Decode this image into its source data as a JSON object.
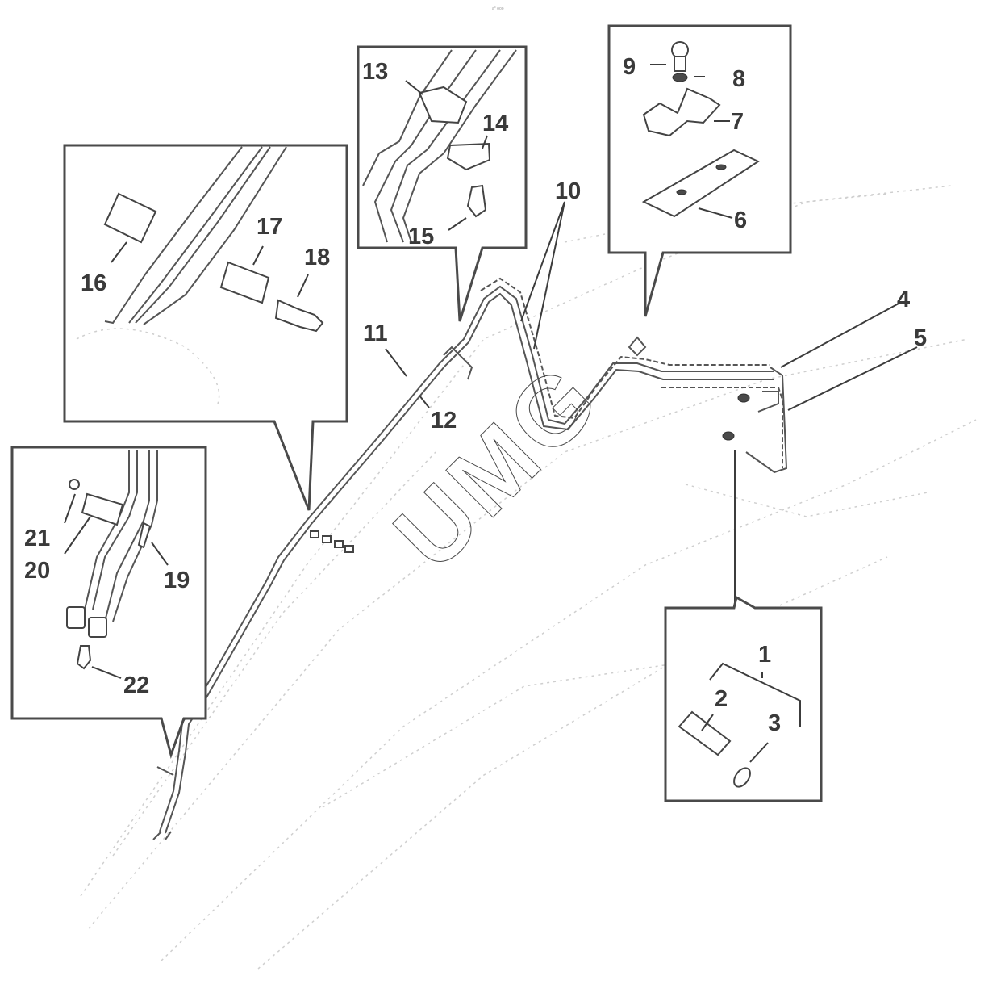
{
  "header": {
    "text": "a° ooo"
  },
  "watermark": "UMG",
  "diagram_type": "exploded parts diagram - hydraulic lines",
  "part_labels": {
    "p1": "1",
    "p2": "2",
    "p3": "3",
    "p4": "4",
    "p5": "5",
    "p6": "6",
    "p7": "7",
    "p8": "8",
    "p9": "9",
    "p10": "10",
    "p11": "11",
    "p12": "12",
    "p13": "13",
    "p14": "14",
    "p15": "15",
    "p16": "16",
    "p17": "17",
    "p18": "18",
    "p19": "19",
    "p20": "20",
    "p21": "21",
    "p22": "22"
  },
  "callouts": [
    {
      "name": "detail-clamp-13-15",
      "parts": [
        "13",
        "14",
        "15"
      ]
    },
    {
      "name": "detail-clamp-6-9",
      "parts": [
        "6",
        "7",
        "8",
        "9"
      ]
    },
    {
      "name": "detail-clamp-16-18",
      "parts": [
        "16",
        "17",
        "18"
      ]
    },
    {
      "name": "detail-hose-ends-19-22",
      "parts": [
        "19",
        "20",
        "21",
        "22"
      ]
    },
    {
      "name": "detail-fitting-1-3",
      "parts": [
        "1",
        "2",
        "3"
      ]
    }
  ]
}
